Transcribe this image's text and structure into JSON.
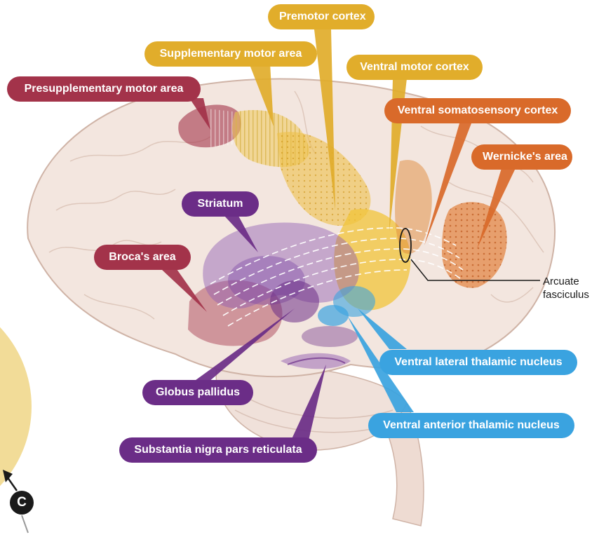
{
  "labels": {
    "premotor": "Premotor cortex",
    "sma": "Supplementary motor area",
    "presma": "Presupplementary motor area",
    "ventral_motor": "Ventral motor cortex",
    "ventral_somato": "Ventral somatosensory cortex",
    "wernicke": "Wernicke's area",
    "striatum": "Striatum",
    "broca": "Broca's area",
    "globus": "Globus pallidus",
    "substantia": "Substantia nigra pars reticulata",
    "vl_thalamic": "Ventral lateral thalamic nucleus",
    "va_thalamic": "Ventral anterior thalamic nucleus",
    "arcuate_line1": "Arcuate",
    "arcuate_line2": "fasciculus"
  },
  "corner_badge": "C",
  "colors": {
    "crimson": "#a3334a",
    "gold": "#e1ad2b",
    "orange": "#d96a2a",
    "purple": "#6b2d87",
    "blue": "#3aa3e0",
    "brain": "#f3e6df",
    "side_circle": "#f2dc98"
  }
}
